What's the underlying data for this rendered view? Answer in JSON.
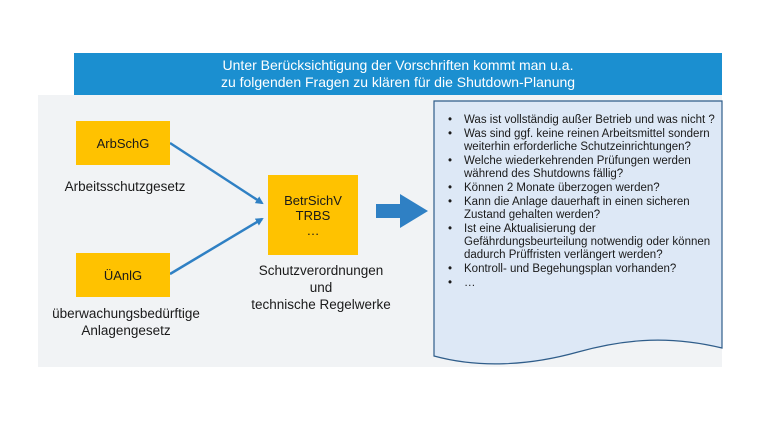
{
  "banner": {
    "line1": "Unter Berücksichtigung der Vorschriften kommt man u.a.",
    "line2": "zu folgenden Fragen zu klären für die Shutdown-Planung"
  },
  "nodes": {
    "arbschg": {
      "box": "ArbSchG",
      "label": "Arbeitsschutzgesetz"
    },
    "uanlg": {
      "box": "ÜAnlG",
      "label_line1": "überwachungsbedürftige",
      "label_line2": "Anlagengesetz"
    },
    "betr": {
      "box_line1": "BetrSichV",
      "box_line2": "TRBS",
      "box_line3": "…",
      "label_line1": "Schutzverordnungen",
      "label_line2": "und",
      "label_line3": "technische Regelwerke"
    }
  },
  "questions": [
    "Was ist vollständig außer Betrieb und was nicht ?",
    "Was sind ggf. keine reinen  Arbeitsmittel sondern weiterhin erforderliche Schutzeinrichtungen?",
    "Welche wiederkehrenden Prüfungen werden während des Shutdowns fällig?",
    "Können 2 Monate überzogen werden?",
    "Kann die Anlage dauerhaft in einen sicheren Zustand gehalten werden?",
    "Ist eine Aktualisierung der Gefährdungsbeurteilung notwendig oder können dadurch Prüffristen verlängert werden?",
    "Kontroll- und Begehungsplan vorhanden?",
    "…"
  ],
  "colors": {
    "banner": "#1b8fd0",
    "box": "#ffc200",
    "arrow": "#2f80c4",
    "doc_fill": "#dde8f6",
    "doc_stroke": "#2f5d8a"
  }
}
